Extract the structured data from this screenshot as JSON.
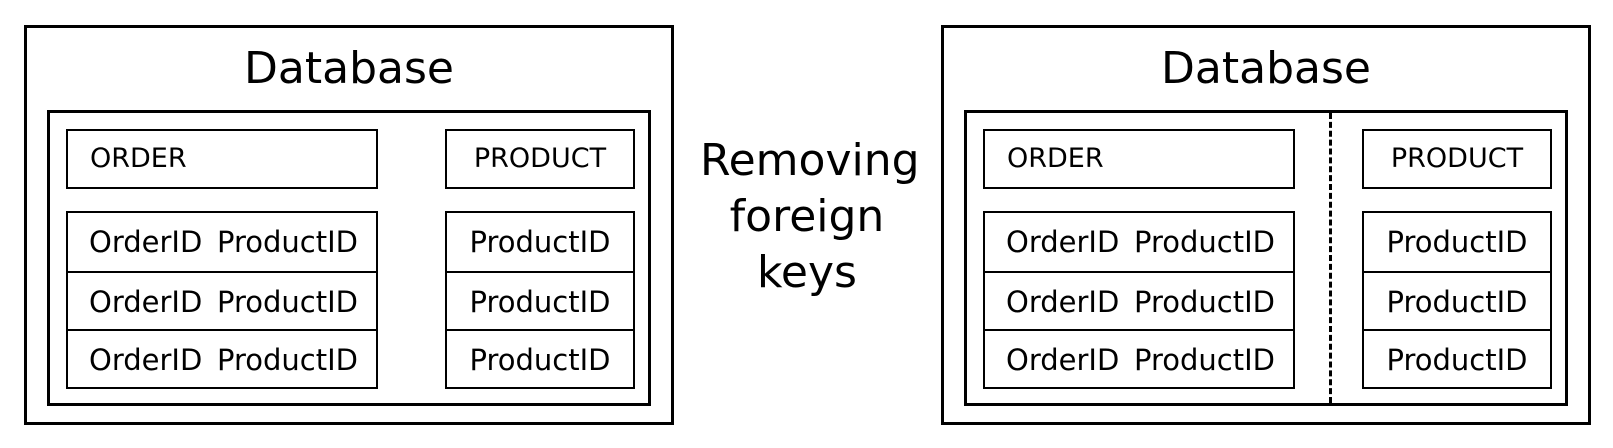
{
  "left": {
    "title": "Database",
    "order_header": "ORDER",
    "product_header": "PRODUCT",
    "order_rows": [
      {
        "order_id": "OrderID",
        "product_id": "ProductID"
      },
      {
        "order_id": "OrderID",
        "product_id": "ProductID"
      },
      {
        "order_id": "OrderID",
        "product_id": "ProductID"
      }
    ],
    "product_rows": [
      "ProductID",
      "ProductID",
      "ProductID"
    ]
  },
  "middle": {
    "lines": [
      "Removing",
      "foreign",
      "keys"
    ]
  },
  "right": {
    "title": "Database",
    "order_header": "ORDER",
    "product_header": "PRODUCT",
    "order_rows": [
      {
        "order_id": "OrderID",
        "product_id": "ProductID"
      },
      {
        "order_id": "OrderID",
        "product_id": "ProductID"
      },
      {
        "order_id": "OrderID",
        "product_id": "ProductID"
      }
    ],
    "product_rows": [
      "ProductID",
      "ProductID",
      "ProductID"
    ]
  }
}
